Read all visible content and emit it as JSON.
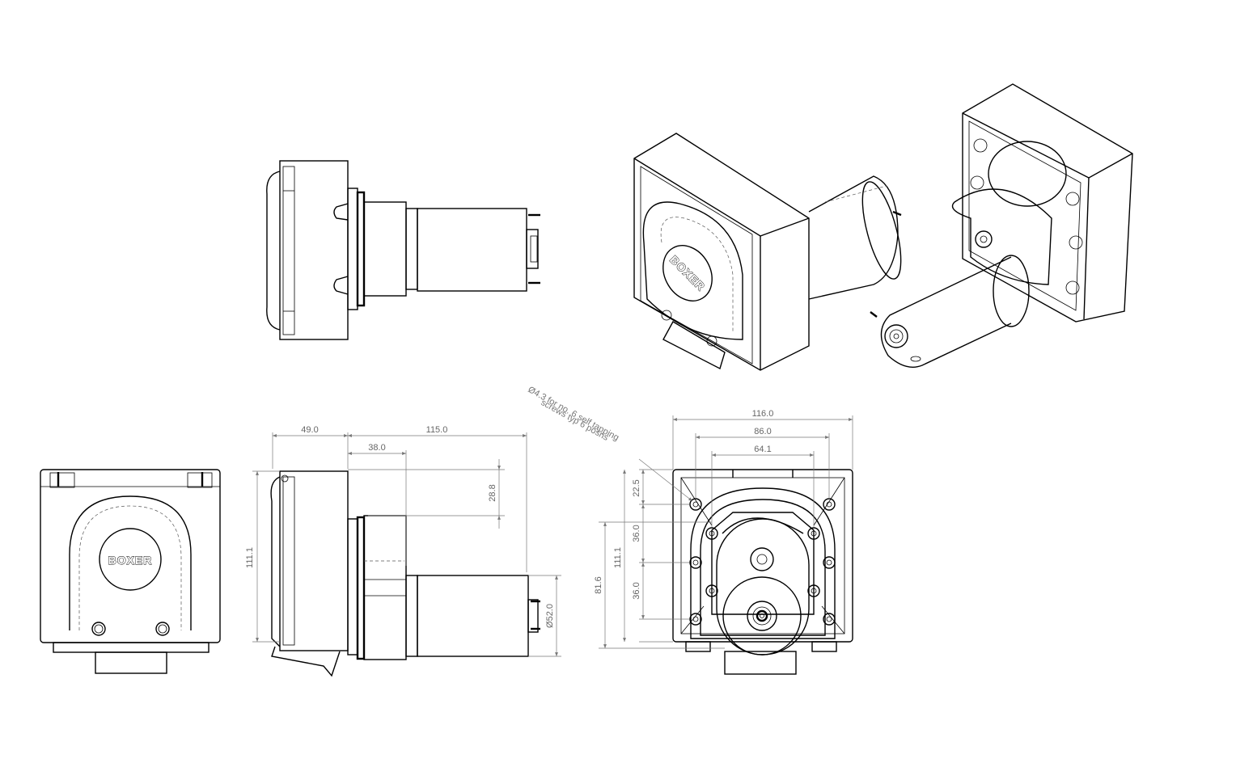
{
  "brand": "BOXER",
  "note": {
    "line1": "Ø4.3 for no. 6 self tapping",
    "line2": "screws typ 6 posns"
  },
  "dimensions": {
    "side": {
      "d49": "49.0",
      "d115": "115.0",
      "d38": "38.0",
      "d28_8": "28.8",
      "d111_1": "111.1",
      "d52": "Ø52.0"
    },
    "rear": {
      "d116": "116.0",
      "d86": "86.0",
      "d64_1": "64.1",
      "d22_5": "22.5",
      "d36a": "36.0",
      "d36b": "36.0",
      "d111_1": "111.1",
      "d81_6": "81.6"
    }
  }
}
